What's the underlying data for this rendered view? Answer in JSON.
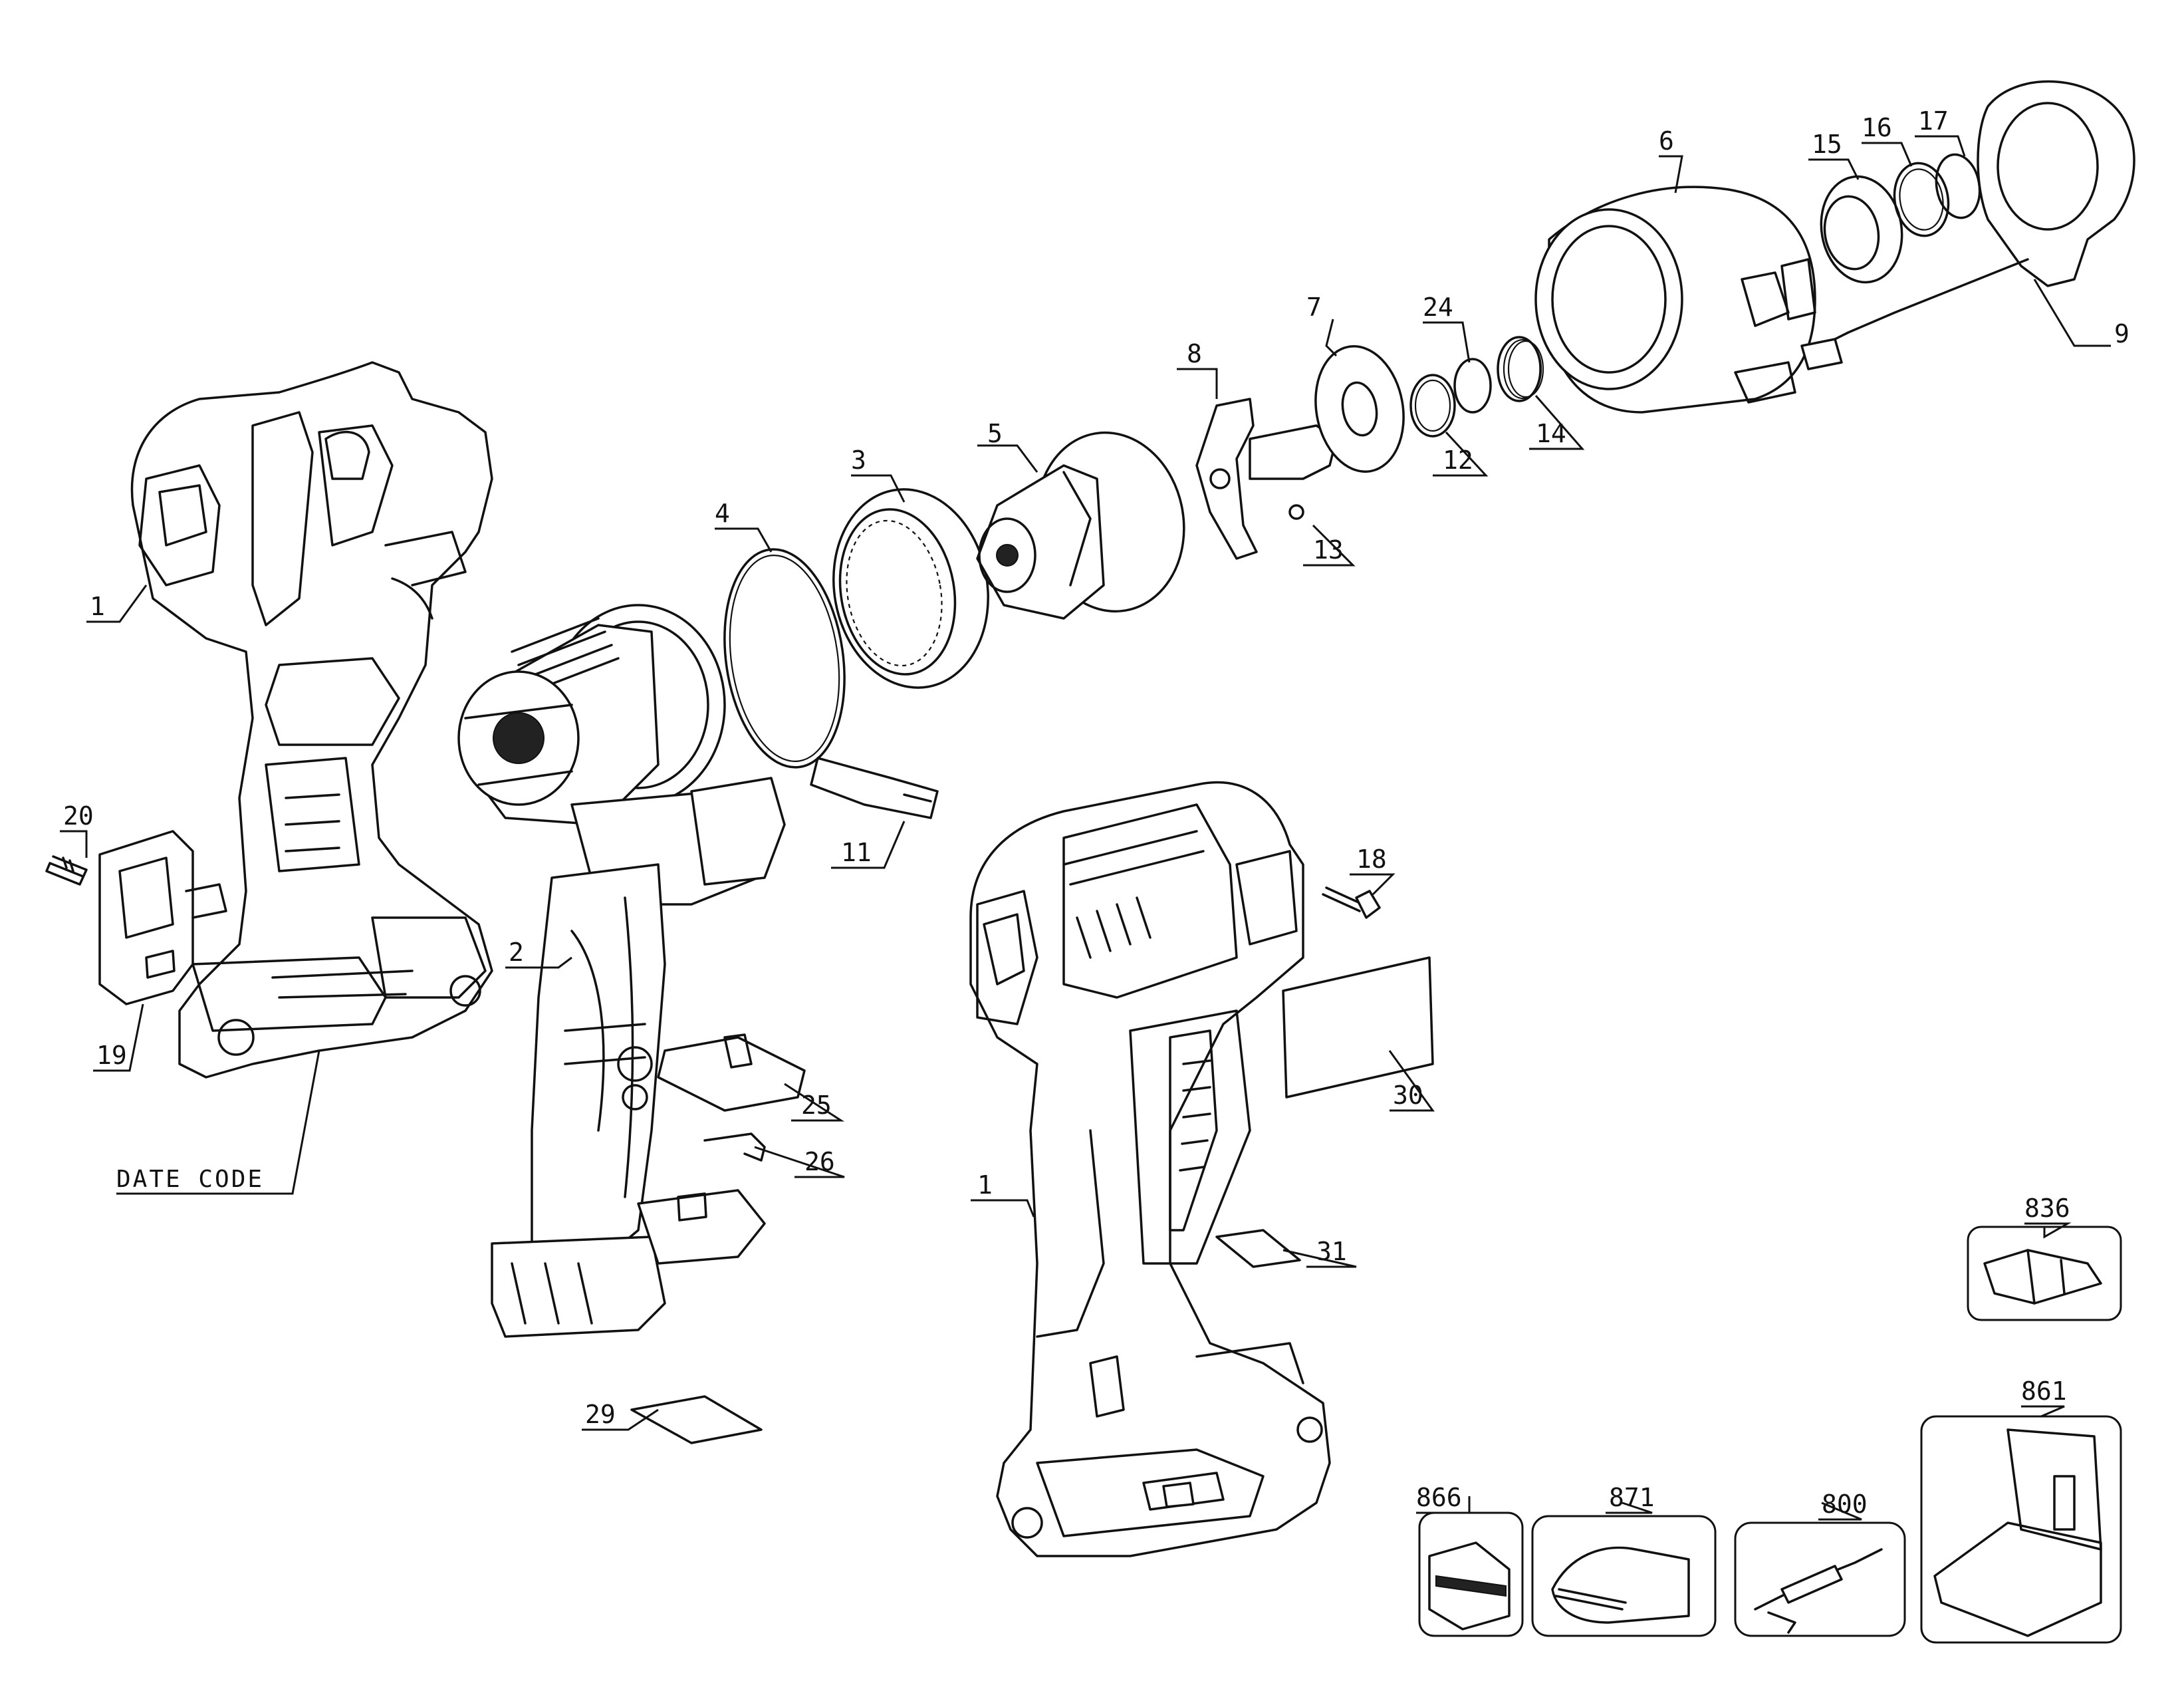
{
  "diagram": {
    "type": "exploded-parts-view",
    "part_labels": [
      "1",
      "2",
      "3",
      "4",
      "5",
      "6",
      "7",
      "8",
      "9",
      "11",
      "12",
      "13",
      "14",
      "15",
      "16",
      "17",
      "18",
      "19",
      "20",
      "24",
      "25",
      "26",
      "29",
      "30",
      "31",
      "836",
      "861",
      "866",
      "871",
      "800",
      "1"
    ],
    "date_code_label": "DATE CODE",
    "colors": {
      "line": "#111111",
      "background": "#ffffff"
    }
  }
}
